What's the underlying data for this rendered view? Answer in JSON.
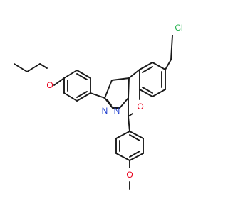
{
  "molecule": {
    "atoms": {
      "cl": {
        "text": "Cl",
        "color": "#22b14c"
      },
      "o_ring": {
        "text": "O",
        "color": "#e8001c"
      },
      "o_ethoxy": {
        "text": "O",
        "color": "#e8001c"
      },
      "o_methoxy": {
        "text": "O",
        "color": "#e8001c"
      },
      "n1": {
        "text": "N",
        "color": "#1f3fcf"
      },
      "n2": {
        "text": "N",
        "color": "#1f3fcf"
      }
    },
    "bond_color": "#1a1a1a"
  }
}
